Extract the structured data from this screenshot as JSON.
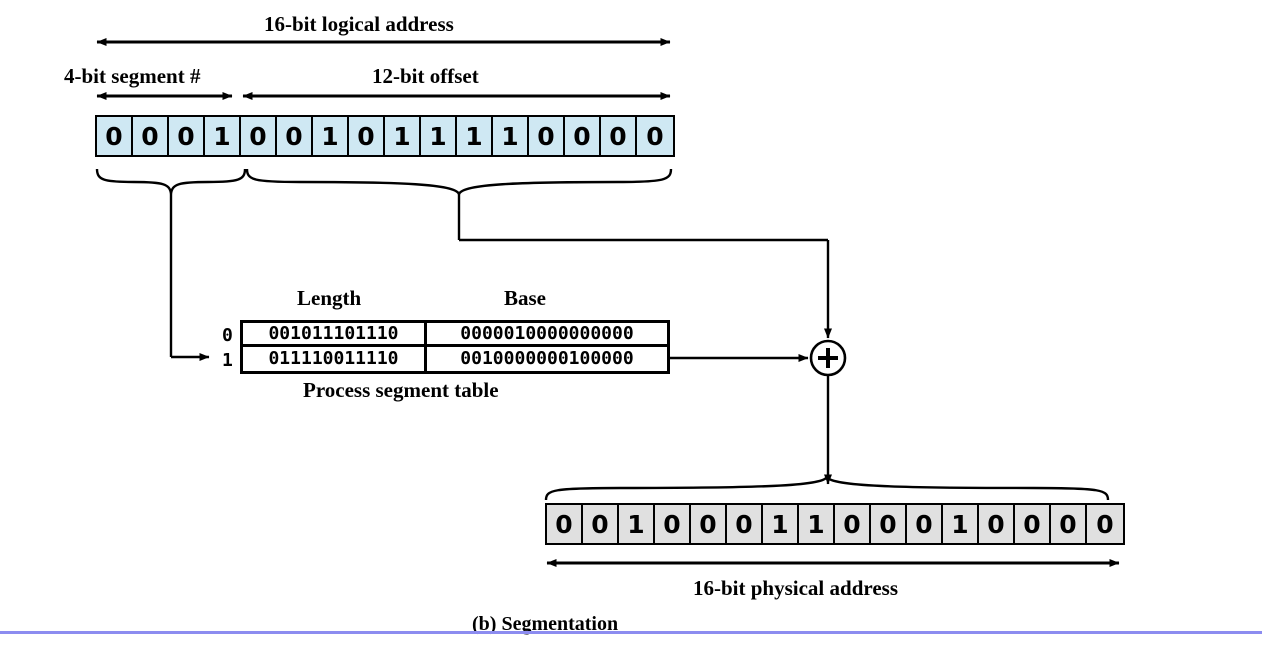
{
  "figure": {
    "caption": "(b) Segmentation",
    "rule_color": "#8c8cf0"
  },
  "logical_address": {
    "title": "16-bit logical address",
    "segment_label": "4-bit segment #",
    "offset_label": "12-bit offset",
    "bits": [
      "0",
      "0",
      "0",
      "1",
      "0",
      "0",
      "1",
      "0",
      "1",
      "1",
      "1",
      "1",
      "0",
      "0",
      "0",
      "0"
    ],
    "segment_bits": [
      "0",
      "0",
      "0",
      "1"
    ],
    "offset_bits": [
      "0",
      "0",
      "1",
      "0",
      "1",
      "1",
      "1",
      "1",
      "0",
      "0",
      "0",
      "0"
    ],
    "cell_color": "#cfe8f3"
  },
  "segment_table": {
    "title": "Process segment table",
    "columns": [
      "Length",
      "Base"
    ],
    "rows": [
      {
        "index": "0",
        "length": "001011101110",
        "base": "0000010000000000"
      },
      {
        "index": "1",
        "length": "011110011110",
        "base": "0010000000100000"
      }
    ]
  },
  "adder": {
    "symbol": "+"
  },
  "physical_address": {
    "title": "16-bit physical address",
    "bits": [
      "0",
      "0",
      "1",
      "0",
      "0",
      "0",
      "1",
      "1",
      "0",
      "0",
      "0",
      "1",
      "0",
      "0",
      "0",
      "0"
    ],
    "cell_color": "#e0e0e0"
  }
}
